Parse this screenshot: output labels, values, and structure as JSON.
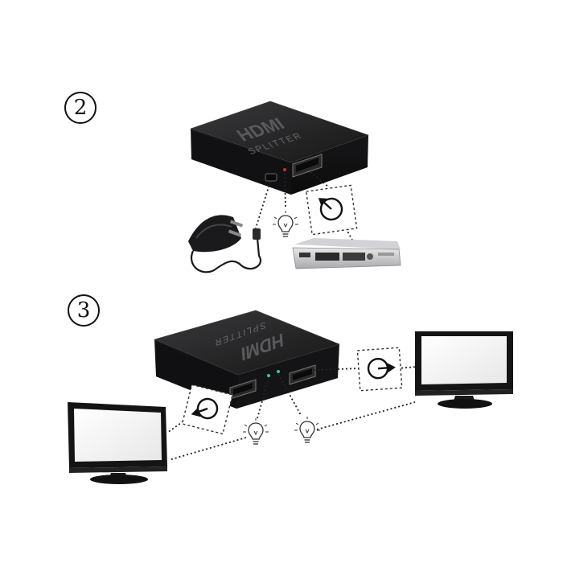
{
  "steps": {
    "step2": "2",
    "step3": "3"
  },
  "devices": {
    "splitter_top": {
      "brand": "HDMI",
      "label": "SPLITTER"
    },
    "splitter_bottom": {
      "brand": "HDMI",
      "label": "SPLITTER"
    }
  },
  "icons": {
    "arrow_in": "circle-arrow-icon",
    "arrow_out": "circle-arrow-icon",
    "bulb": "light-bulb-icon",
    "power": "power-adapter-icon",
    "receiver": "set-top-box-icon",
    "monitor": "monitor-icon"
  },
  "colors": {
    "device": "#1b1b1d",
    "device_top": "#2a2a2c",
    "line": "#222222",
    "screen": "#f4f4f4"
  }
}
